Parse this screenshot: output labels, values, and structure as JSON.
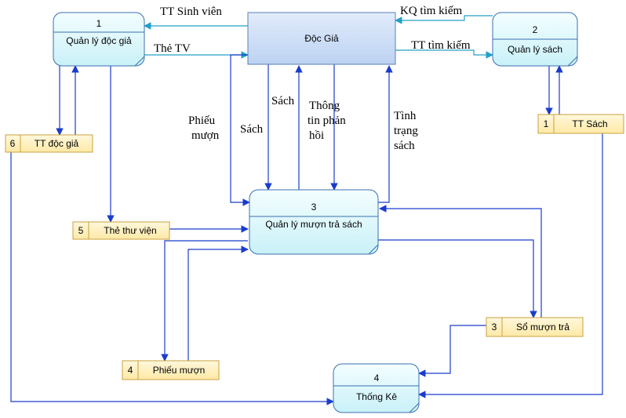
{
  "entity": {
    "name": "Độc Giả"
  },
  "processes": {
    "p1": {
      "number": "1",
      "name": "Quản lý độc giả"
    },
    "p2": {
      "number": "2",
      "name": "Quản lý sách"
    },
    "p3": {
      "number": "3",
      "name": "Quản lý mượn trả sách"
    },
    "p4": {
      "number": "4",
      "name": "Thống Kê"
    }
  },
  "stores": {
    "s6": {
      "id": "6",
      "name": "TT độc giả"
    },
    "s1": {
      "id": "1",
      "name": "TT Sách"
    },
    "s5": {
      "id": "5",
      "name": "Thẻ thư viện"
    },
    "s4": {
      "id": "4",
      "name": "Phiếu mượn"
    },
    "s3": {
      "id": "3",
      "name": "Sổ mượn trả"
    }
  },
  "flows": {
    "tt_sinh_vien": "TT Sinh viên",
    "the_tv": "Thẻ TV",
    "kq_tim_kiem": "KQ tìm kiếm",
    "tt_tim_kiem": "TT tìm kiếm",
    "phieu_muon": [
      "Phiếu",
      "mượn"
    ],
    "sach_down": "Sách",
    "sach_up": "Sách",
    "thong_tin_phan_hoi": [
      "Thông",
      "tin phản",
      "hồi"
    ],
    "tinh_trang_sach": [
      "Tình",
      "trạng",
      "sách"
    ]
  },
  "colors": {
    "entity_fill": "#cfe0f7",
    "process_fill": "#dff8fc",
    "store_fill": "#fff2c4",
    "store_border": "#c8a040",
    "flow_line": "#1a3ccc"
  }
}
